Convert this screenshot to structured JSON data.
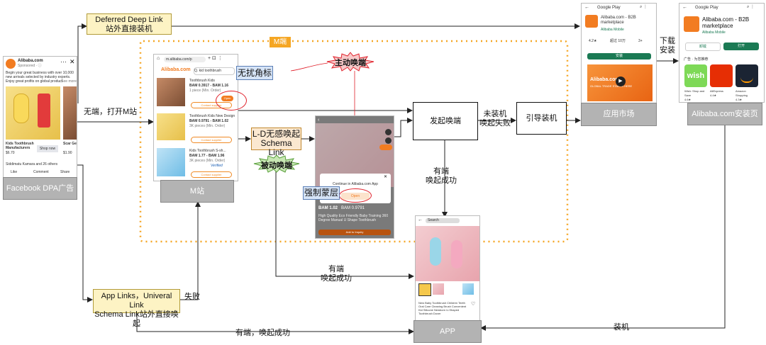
{
  "deferred_box": {
    "line1": "Deferred Deep Link",
    "line2": "站外直接装机"
  },
  "m_region_tag": "M端",
  "facebook": {
    "brand": "Alibaba.com",
    "sponsored": "Sponsored · ⓘ",
    "ad_text": "Begin your great business with over 10,000 new arrivals selected by industry experts. Enjoy great profits on global product",
    "see_more": "...See more",
    "product1_name": "Kids Toothbrush Manufacturers",
    "product1_price": "$6.70",
    "product2_name": "Scar Ge",
    "product2_price": "$1.90",
    "shop_now": "Shop now",
    "reactions": "Siddimatu Kamara and 26 others",
    "like": "Like",
    "comment": "Comment",
    "share": "Share",
    "label": "Facebook DPA广告"
  },
  "mobile_site": {
    "url": "m.alibaba.com/p",
    "search": "Q. kid toothbrush",
    "items": [
      {
        "title": "Toothbrush Kids",
        "price": "BAM 0.3917 - BAM 1.16",
        "moq": "1 piece (Min. Order)",
        "cta": "Contact supplier"
      },
      {
        "title": "Toothbrush Kids New Design ...",
        "price": "BAM 0.9791 - BAM 1.02",
        "moq": "3K pieces (Min. Order)",
        "cta": "Contact supplier"
      },
      {
        "title": "Kids Toothbrush S-sh...",
        "price": "BAM 1.77 - BAM 1.96",
        "moq": "3K pieces (Min. Order)",
        "cta": "Contact supplier"
      }
    ],
    "open_btn": "Open",
    "verified": "Verified",
    "label": "M站"
  },
  "tags": {
    "no_disturb": "无扰角标",
    "active": "主动唤端",
    "ld_line1": "L-D无感唤起",
    "ld_line2": "Schema Link",
    "passive": "被动唤端",
    "forced": "强制蒙层"
  },
  "overlay_phone": {
    "dialog_text": "Continue in Alibaba.com App",
    "open": "Open",
    "price": "BAM 1.02",
    "price2": "BAM 0.9791",
    "desc": "High Quality Eco Friendly Baby Training 360 Degree Manual U Shape Toothbrush",
    "cta": "Add to Inquiry"
  },
  "flow": {
    "no_app_open_m": "无端，打开M站",
    "start_wake": "发起唤端",
    "not_installed_1": "未装机",
    "not_installed_2": "唤起失败",
    "guide_install": "引导装机",
    "app_store": "应用市场",
    "download_1": "下载",
    "download_2": "安装",
    "install_page": "Alibaba.com安装页",
    "has_app_1": "有端",
    "has_app_2": "唤起成功",
    "has_app_mid_1": "有端",
    "has_app_mid_2": "唤起成功",
    "fail": "失败",
    "bottom_success": "有端，唤起成功",
    "installed": "装机",
    "app": "APP"
  },
  "applinks_box": {
    "line1": "App Links，Univeral Link",
    "line2": "Schema Link站外直接唤起"
  },
  "play1": {
    "header": "Google Play",
    "app_name": "Alibaba.com - B2B marketplace",
    "dev": "Alibaba Mobile",
    "stat1": "4.2★",
    "stat2": "超过 10万",
    "stat3": "3+",
    "install": "安装",
    "banner_title": "Alibaba.com",
    "banner_sub": "GLOBAL TRADE STARTS HERE"
  },
  "play2": {
    "header": "Google Play",
    "app_name": "Alibaba.com - B2B marketplace",
    "dev": "Alibaba Mobile",
    "uninstall": "卸载",
    "open": "打开",
    "ads": "广告 · 为您推荐",
    "apps": [
      {
        "name": "Wish: Shop and Save",
        "rating": "4.6★",
        "logo": "wish"
      },
      {
        "name": "AliExpress",
        "rating": "4.4★",
        "logo": ""
      },
      {
        "name": "Amazon Shopping",
        "rating": "4.3★",
        "logo": ""
      }
    ]
  },
  "app_phone": {
    "search": "Search",
    "title": "New Baby Toothbrush Children Teeth Oral Care Cleaning Brush Convenient Kid Silicone Newborn U-Shaped Toothbrush Dover"
  },
  "colors": {
    "orange": "#f5a623",
    "arrow": "#222222",
    "red_circle": "#e0202a"
  }
}
